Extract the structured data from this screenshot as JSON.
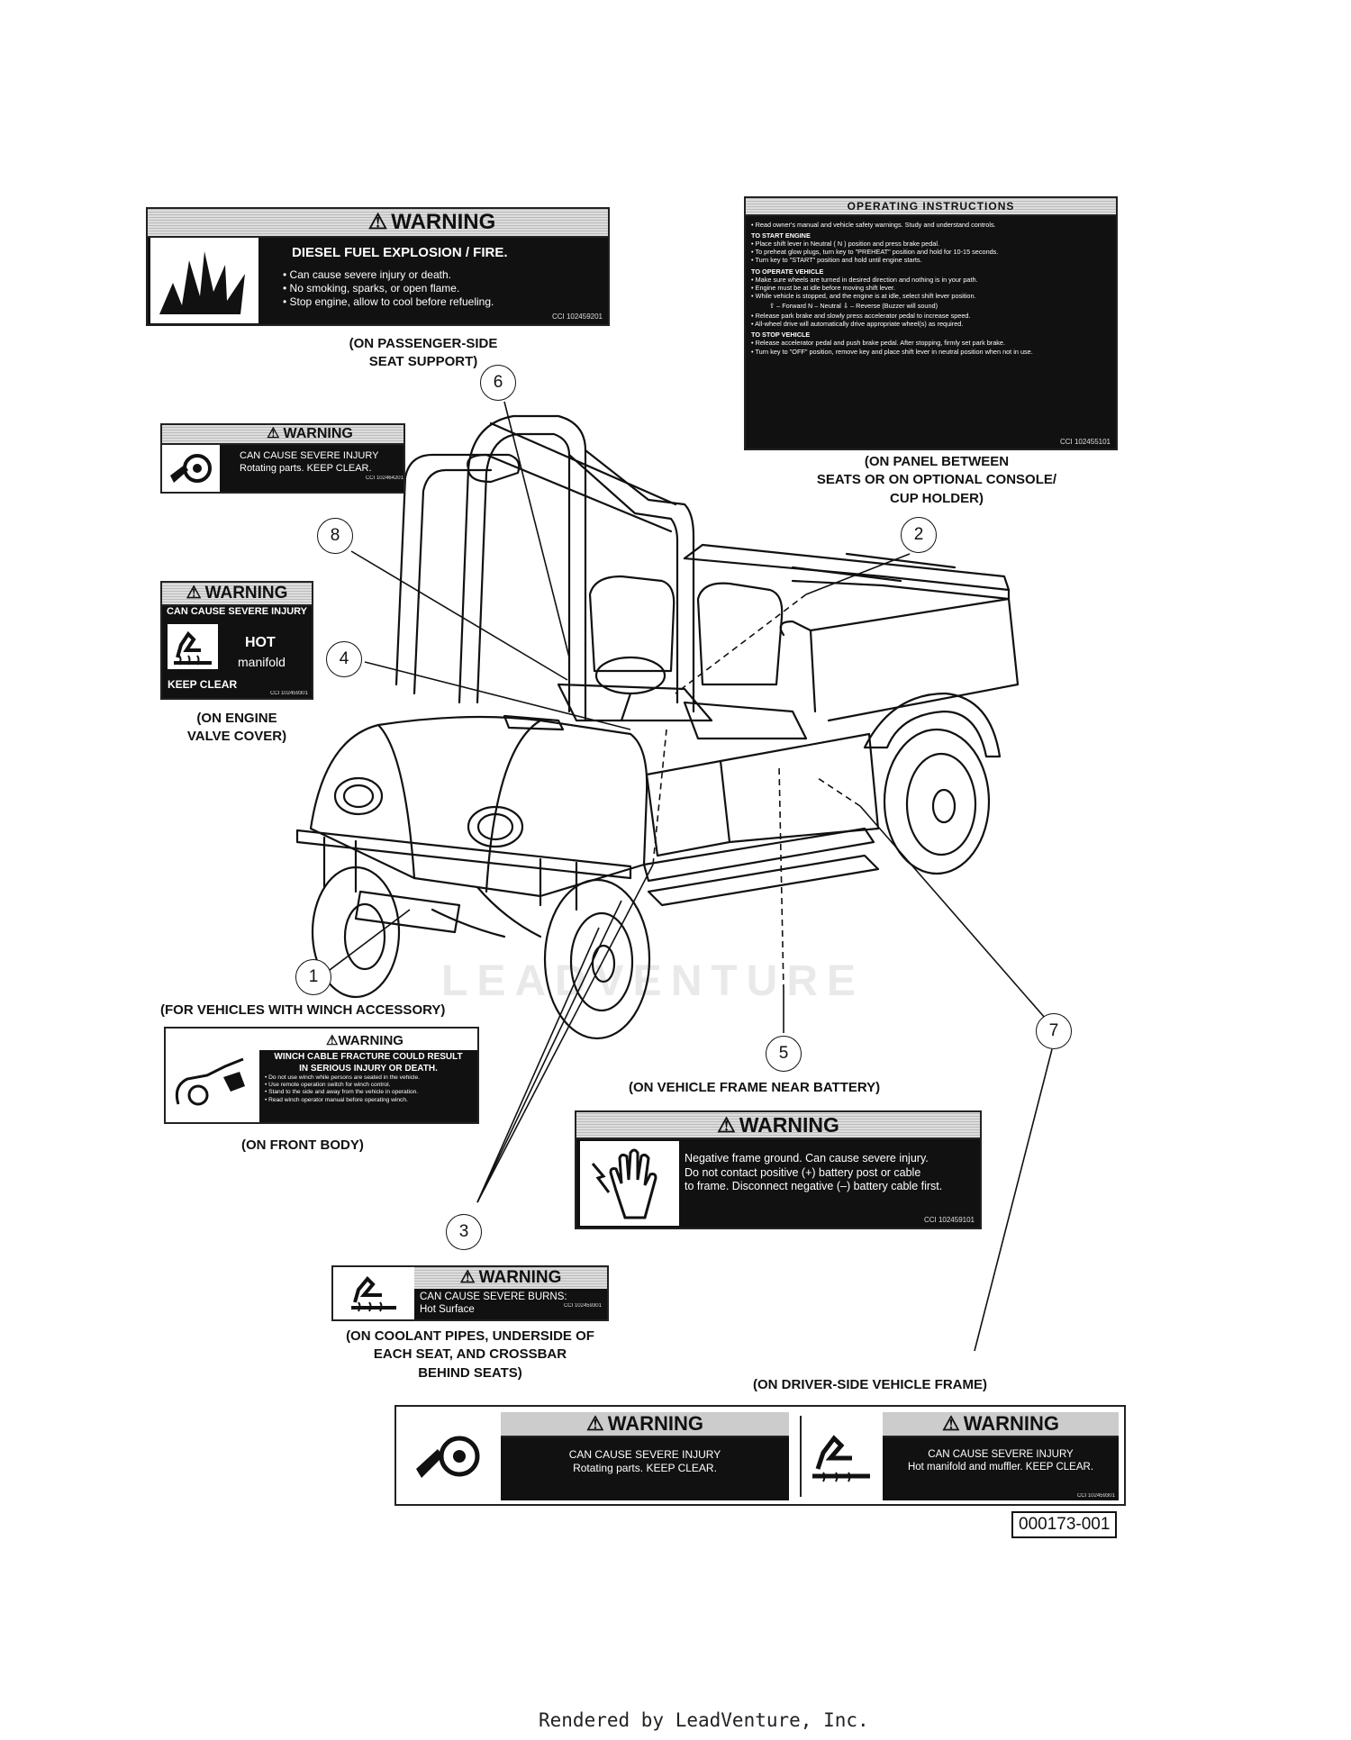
{
  "watermark": "LEADVENTURE",
  "footer": "Rendered by LeadVenture, Inc.",
  "part_number": "000173-001",
  "colors": {
    "decal_black": "#111111",
    "header_gray": "#cccccc",
    "line": "#111111"
  },
  "callouts": [
    "1",
    "2",
    "3",
    "4",
    "5",
    "6",
    "7",
    "8"
  ],
  "decals": {
    "fuel": {
      "header": "WARNING",
      "title": "DIESEL FUEL EXPLOSION / FIRE.",
      "lines": [
        "• Can cause severe injury or death.",
        "• No smoking, sparks, or open flame.",
        "• Stop engine, allow to cool before refueling."
      ],
      "code": "CCI 102459201",
      "icon": "explosion-icon"
    },
    "operating": {
      "header": "OPERATING INSTRUCTIONS",
      "intro": "• Read owner's manual and vehicle safety warnings. Study and understand controls.",
      "start_title": "TO START ENGINE",
      "start_lines": [
        "• Place shift lever in Neutral ( N ) position and press brake pedal.",
        "• To preheat glow plugs, turn key to \"PREHEAT\" position and hold for 10-15 seconds.",
        "• Turn key to \"START\" position and hold until engine starts."
      ],
      "operate_title": "TO OPERATE VEHICLE",
      "operate_lines": [
        "• Make sure wheels are turned in desired direction and nothing is in your path.",
        "• Engine must be at idle before moving shift lever.",
        "• While vehicle is stopped, and the engine is at idle, select shift lever position."
      ],
      "shift": "⇧ – Forward     N – Neutral     ⇩ – Reverse (Buzzer will sound)",
      "operate_lines2": [
        "• Release park brake and slowly press accelerator pedal to increase speed.",
        "• All-wheel drive will automatically drive appropriate wheel(s) as required."
      ],
      "stop_title": "TO STOP VEHICLE",
      "stop_lines": [
        "• Release accelerator pedal and push brake pedal. After stopping, firmly set park brake.",
        "• Turn key to \"OFF\" position, remove key and place shift lever in neutral position when not in use."
      ],
      "code": "CCI 102455101"
    },
    "rotating_small": {
      "header": "WARNING",
      "lines": [
        "CAN CAUSE SEVERE INJURY",
        "Rotating parts. KEEP CLEAR."
      ],
      "code": "CCI 102464201",
      "icon": "rotating-parts-icon"
    },
    "hot_manifold": {
      "header": "WARNING",
      "sub": "CAN CAUSE SEVERE INJURY",
      "hot": "HOT",
      "manifold": "manifold",
      "keep": "KEEP CLEAR",
      "code": "CCI 102459301",
      "icon": "hot-surface-icon"
    },
    "winch": {
      "header": "WARNING",
      "title_lines": [
        "WINCH CABLE FRACTURE COULD RESULT",
        "IN SERIOUS INJURY OR DEATH."
      ],
      "lines": [
        "• Do not use winch while persons are seated in the vehicle.",
        "• Use remote operation switch for winch control.",
        "• Stand to the side and away from the vehicle in operation.",
        "• Read winch operator manual before operating winch."
      ],
      "icon": "winch-icon"
    },
    "battery": {
      "header": "WARNING",
      "lines": [
        "Negative frame ground. Can cause severe injury.",
        "Do not contact positive (+) battery post or cable",
        "to frame. Disconnect negative (–) battery cable first."
      ],
      "code": "CCI 102459101",
      "icon": "electric-shock-hand-icon"
    },
    "burns": {
      "header": "WARNING",
      "lines": [
        "CAN CAUSE SEVERE BURNS:",
        "Hot Surface"
      ],
      "code": "CCI 102459301",
      "icon": "hot-surface-icon"
    },
    "frame_left": {
      "header": "WARNING",
      "lines": [
        "CAN CAUSE SEVERE INJURY",
        "Rotating parts. KEEP CLEAR."
      ],
      "icon": "rotating-parts-icon"
    },
    "frame_right": {
      "header": "WARNING",
      "lines": [
        "CAN CAUSE SEVERE INJURY",
        "Hot manifold and muffler. KEEP CLEAR."
      ],
      "code": "CCI 102459301",
      "icon": "hot-surface-icon"
    }
  },
  "captions": {
    "passenger_seat": [
      "(ON PASSENGER-SIDE",
      "SEAT SUPPORT)"
    ],
    "panel": [
      "(ON PANEL BETWEEN",
      "SEATS OR ON OPTIONAL CONSOLE/",
      "CUP HOLDER)"
    ],
    "engine_valve": [
      "(ON ENGINE",
      "VALVE COVER)"
    ],
    "winch_accessory": "(FOR VEHICLES WITH WINCH ACCESSORY)",
    "front_body": "(ON FRONT BODY)",
    "battery_frame": "(ON VEHICLE FRAME NEAR BATTERY)",
    "coolant": [
      "(ON COOLANT PIPES, UNDERSIDE OF",
      "EACH SEAT, AND CROSSBAR",
      "BEHIND SEATS)"
    ],
    "driver_frame": "(ON DRIVER-SIDE VEHICLE FRAME)"
  }
}
